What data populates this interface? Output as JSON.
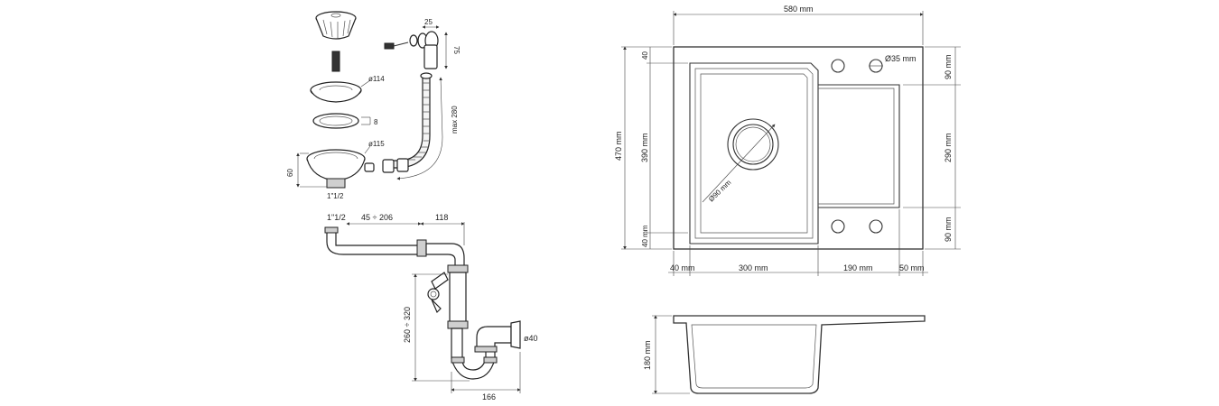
{
  "sink_top": {
    "width": "580 mm",
    "height": "470 mm",
    "left_top": "40",
    "left_mid": "390 mm",
    "left_bottom": "40 mm",
    "right_top": "90 mm",
    "right_mid": "290 mm",
    "right_bottom": "90 mm",
    "bottom_1": "40 mm",
    "bottom_2": "300 mm",
    "bottom_3": "190 mm",
    "bottom_4": "50 mm",
    "tap_hole": "Ø35 mm",
    "drain": "Ø90 mm"
  },
  "sink_side": {
    "depth": "180 mm"
  },
  "strainer_kit": {
    "d_top": "ø114",
    "gasket": "8",
    "d_body": "ø115",
    "body_height": "60",
    "thread": "1\"1/2",
    "overflow_w": "25",
    "overflow_h": "75",
    "hose": "max 280"
  },
  "siphon": {
    "inlet": "1\"1/2",
    "span": "45 ÷ 206",
    "offset": "118",
    "height": "260 ÷ 320",
    "outlet": "ø40",
    "width": "166"
  }
}
